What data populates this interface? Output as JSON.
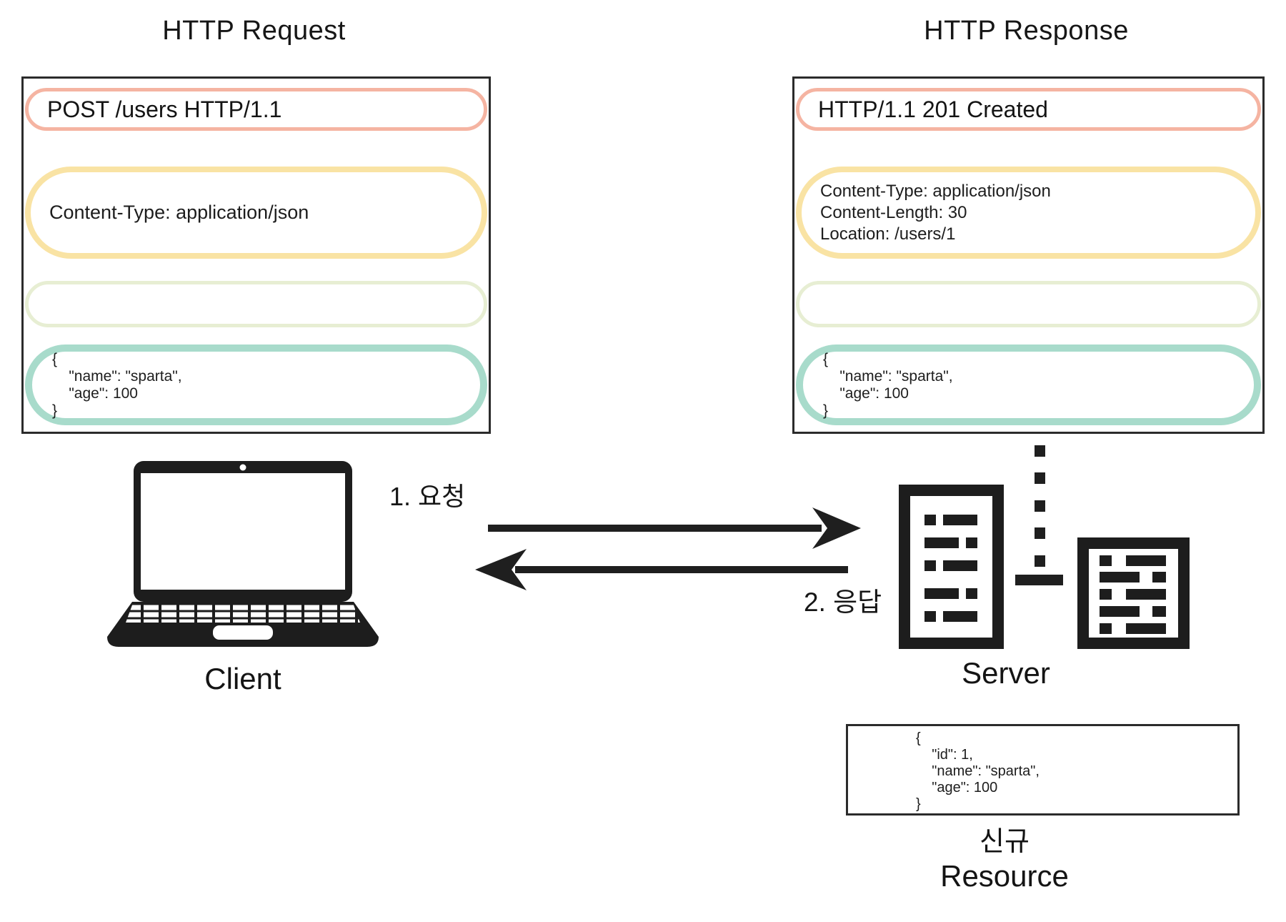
{
  "request_panel": {
    "title": "HTTP Request",
    "start_line": "POST /users HTTP/1.1",
    "header_lines": [
      "Content-Type: application/json"
    ],
    "body_lines": [
      "{",
      "    \"name\": \"sparta\",",
      "    \"age\": 100",
      "}"
    ]
  },
  "response_panel": {
    "title": "HTTP Response",
    "start_line": "HTTP/1.1 201 Created",
    "header_lines": [
      "Content-Type: application/json",
      "Content-Length: 30",
      "Location: /users/1"
    ],
    "body_lines": [
      "{",
      "    \"name\": \"sparta\",",
      "    \"age\": 100",
      "}"
    ]
  },
  "flow": {
    "request_label": "1. 요청",
    "response_label": "2. 응답"
  },
  "client": {
    "label": "Client"
  },
  "server": {
    "label": "Server"
  },
  "resource": {
    "json_lines": [
      "{",
      "    \"id\": 1,",
      "    \"name\": \"sparta\",",
      "    \"age\": 100",
      "}"
    ],
    "caption_korean": "신규",
    "caption": "Resource"
  },
  "colors": {
    "ink": "#1d1d1d",
    "box_border": "#2b2b2b",
    "pill_start": "#f5b4a2",
    "pill_headers": "#f9e3a4",
    "pill_blank": "#e7eed3",
    "pill_body": "#a8dbcb"
  }
}
